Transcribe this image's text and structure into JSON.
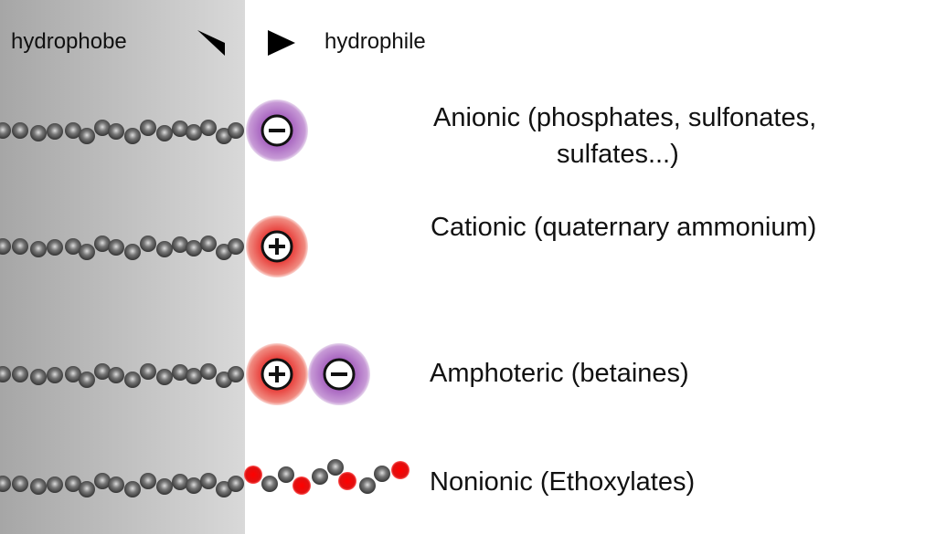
{
  "header": {
    "hydrophobe": "hydrophobe",
    "hydrophile": "hydrophile"
  },
  "rows": [
    {
      "type": "anionic",
      "line1": "Anionic (phosphates, sulfonates,",
      "line2": "sulfates...)",
      "head": [
        "minus"
      ]
    },
    {
      "type": "cationic",
      "line1": "Cationic (quaternary ammonium)",
      "head": [
        "plus"
      ]
    },
    {
      "type": "amphoteric",
      "line1": "Amphoteric (betaines)",
      "head": [
        "plus",
        "minus"
      ]
    },
    {
      "type": "nonionic",
      "line1": "Nonionic (Ethoxylates)",
      "head": [
        "ethoxylate"
      ]
    }
  ],
  "colors": {
    "anion": "#a865c0",
    "cation": "#e8403c",
    "oxygen": "#e01010",
    "carbon": "#555555"
  }
}
